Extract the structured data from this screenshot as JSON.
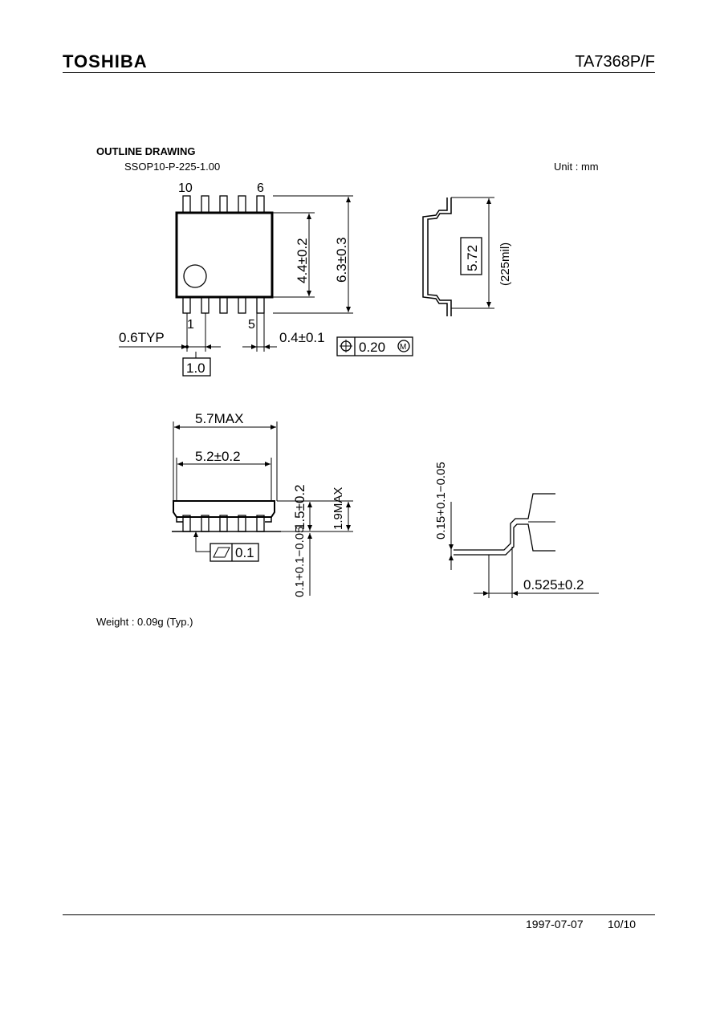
{
  "header": {
    "brand": "TOSHIBA",
    "part_number": "TA7368P/F"
  },
  "section": {
    "title": "OUTLINE DRAWING",
    "package_code": "SSOP10-P-225-1.00",
    "unit": "Unit : mm"
  },
  "top_view": {
    "pin_label_10": "10",
    "pin_label_6": "6",
    "pin_label_1": "1",
    "pin_label_5": "5",
    "dim_body_width": "4.4±0.2",
    "dim_total_width": "6.3±0.3",
    "dim_pin_width": "0.6TYP",
    "dim_lead_width": "0.4±0.1",
    "dim_pitch": "1.0",
    "position_tolerance": "0.20",
    "position_modifier": "M"
  },
  "end_view": {
    "dim_boxed": "5.72",
    "dim_mil": "(225mil)"
  },
  "side_view": {
    "dim_max_length": "5.7MAX",
    "dim_body_length": "5.2±0.2",
    "dim_body_height": "1.5±0.2",
    "dim_max_height": "1.9MAX",
    "dim_standoff": "0.1+0.1−0.05",
    "flatness": "0.1"
  },
  "lead_detail": {
    "dim_thickness": "0.15+0.1−0.05",
    "dim_lead_length": "0.525±0.2"
  },
  "weight": "Weight : 0.09g (Typ.)",
  "footer": {
    "date": "1997-07-07",
    "page": "10/10"
  }
}
